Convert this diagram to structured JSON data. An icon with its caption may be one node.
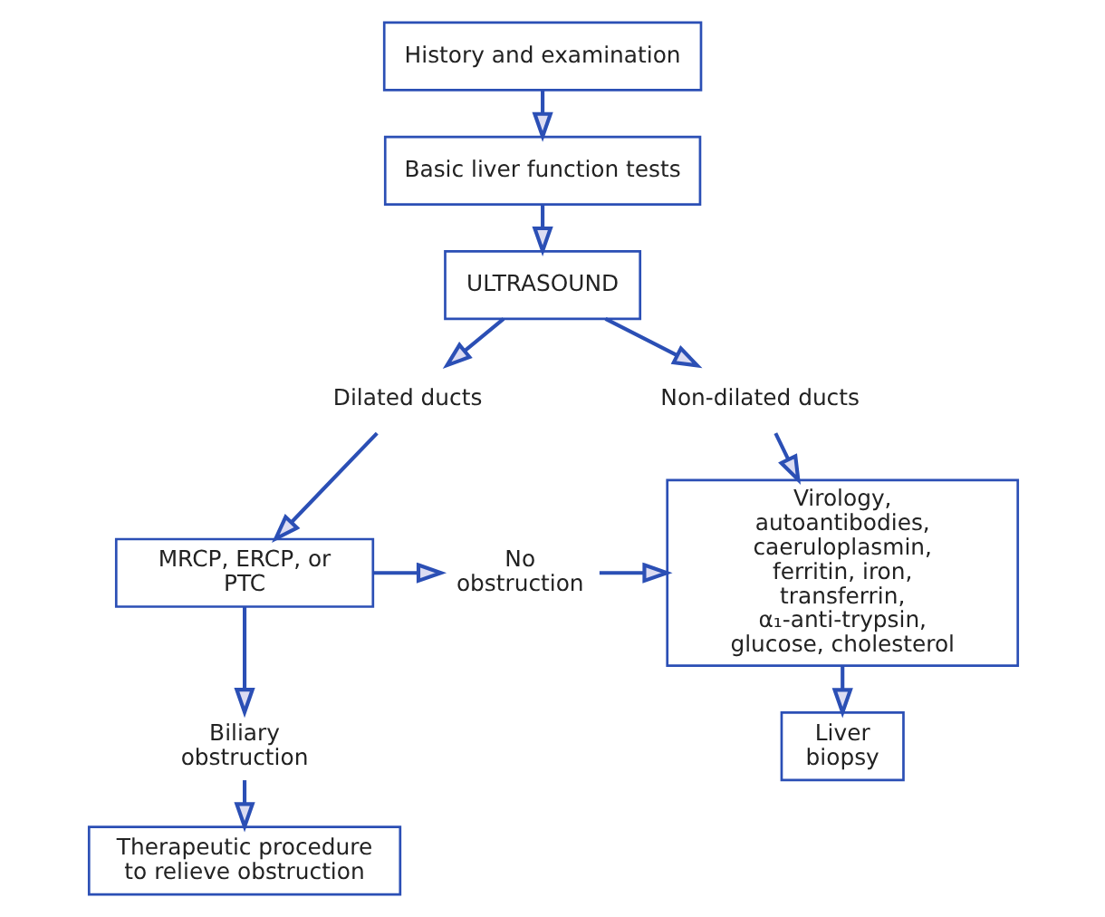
{
  "diagram": {
    "nodes": [
      {
        "text": [
          "History and examination"
        ]
      },
      {
        "text": [
          "Basic liver function tests"
        ]
      },
      {
        "text": [
          "ULTRASOUND"
        ]
      },
      {
        "text": [
          "Dilated ducts"
        ]
      },
      {
        "text": [
          "Non-dilated ducts"
        ]
      },
      {
        "text": [
          "MRCP, ERCP, or PTC"
        ]
      },
      {
        "text": [
          "No obstruction"
        ]
      },
      {
        "text": [
          "Virology, autoantibodies, caeruloplasmin, ferritin, iron, transferrin, α₁-anti-trypsin, glucose, cholesterol"
        ]
      },
      {
        "text": [
          "Biliary obstruction"
        ]
      },
      {
        "text": [
          "Therapeutic procedure to relieve obstruction"
        ]
      },
      {
        "text": [
          "Liver biopsy"
        ]
      }
    ],
    "edges": [
      {
        "from": 0,
        "to": 1,
        "arrow": "to"
      },
      {
        "from": 1,
        "to": 2,
        "arrow": "to"
      },
      {
        "from": 2,
        "to": 3,
        "arrow": "to"
      },
      {
        "from": 2,
        "to": 4,
        "arrow": "to"
      },
      {
        "from": 3,
        "to": 5,
        "arrow": "to"
      },
      {
        "from": 4,
        "to": 7,
        "arrow": "to"
      },
      {
        "from": 5,
        "to": 6,
        "arrow": "to"
      },
      {
        "from": 6,
        "to": 7,
        "arrow": "to"
      },
      {
        "from": 5,
        "to": 8,
        "arrow": "to"
      },
      {
        "from": 8,
        "to": 9,
        "arrow": "to"
      },
      {
        "from": 7,
        "to": 10,
        "arrow": "to"
      }
    ]
  }
}
